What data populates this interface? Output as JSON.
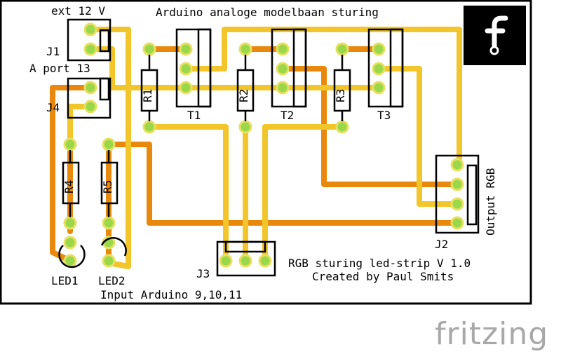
{
  "title": "Arduino analoge modelbaan sturing",
  "connectors": {
    "j1_power": "ext 12 V",
    "j1": "J1",
    "j4_port": "A port 13",
    "j4": "J4",
    "j2": "J2",
    "j2_output": "Output RGB",
    "j3": "J3",
    "j3_input": "Input Arduino 9,10,11"
  },
  "components": {
    "r1": "R1",
    "r2": "R2",
    "r3": "R3",
    "r4": "R4",
    "r5": "R5",
    "t1": "T1",
    "t2": "T2",
    "t3": "T3",
    "led1": "LED1",
    "led2": "LED2"
  },
  "credits": {
    "version": "RGB sturing led-strip V 1.0",
    "author": "Created by Paul Smits"
  },
  "watermark": "fritzing",
  "colors": {
    "board_outline": "#000000",
    "trace_top": "#f2c52a",
    "trace_bottom": "#e8890e",
    "pad_fill": "#9ad84a",
    "pad_ring": "#e8e060",
    "logo_bg": "#000000",
    "watermark": "#a8a8a8"
  }
}
